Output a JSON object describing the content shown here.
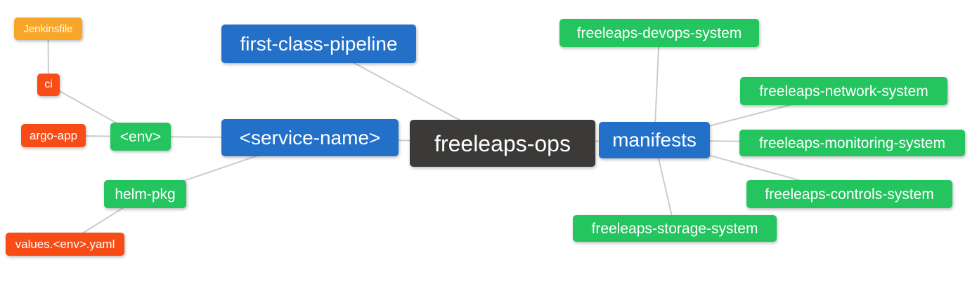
{
  "palette": {
    "root": "#3b3a39",
    "blue": "#2270c8",
    "green": "#24c45e",
    "orange": "#f8a62a",
    "red": "#f74c16",
    "edge": "#cccccc",
    "text": "#ffffff",
    "background": "#ffffff"
  },
  "nodes": {
    "root": {
      "label": "freeleaps-ops"
    },
    "pipeline": {
      "label": "first-class-pipeline"
    },
    "service": {
      "label": "<service-name>"
    },
    "env": {
      "label": "<env>"
    },
    "ci": {
      "label": "ci"
    },
    "jenkinsfile": {
      "label": "Jenkinsfile"
    },
    "argo_app": {
      "label": "argo-app"
    },
    "helm_pkg": {
      "label": "helm-pkg"
    },
    "values_yaml": {
      "label": "values.<env>.yaml"
    },
    "manifests": {
      "label": "manifests"
    },
    "devops": {
      "label": "freeleaps-devops-system"
    },
    "network": {
      "label": "freeleaps-network-system"
    },
    "monitoring": {
      "label": "freeleaps-monitoring-system"
    },
    "controls": {
      "label": "freeleaps-controls-system"
    },
    "storage": {
      "label": "freeleaps-storage-system"
    }
  },
  "edges": [
    {
      "from": "jenkinsfile",
      "to": "ci"
    },
    {
      "from": "ci",
      "to": "env"
    },
    {
      "from": "argo_app",
      "to": "env"
    },
    {
      "from": "env",
      "to": "service"
    },
    {
      "from": "helm_pkg",
      "to": "service"
    },
    {
      "from": "values_yaml",
      "to": "helm_pkg"
    },
    {
      "from": "pipeline",
      "to": "root"
    },
    {
      "from": "service",
      "to": "root"
    },
    {
      "from": "root",
      "to": "manifests"
    },
    {
      "from": "manifests",
      "to": "devops"
    },
    {
      "from": "manifests",
      "to": "network"
    },
    {
      "from": "manifests",
      "to": "monitoring"
    },
    {
      "from": "manifests",
      "to": "controls"
    },
    {
      "from": "manifests",
      "to": "storage"
    }
  ]
}
